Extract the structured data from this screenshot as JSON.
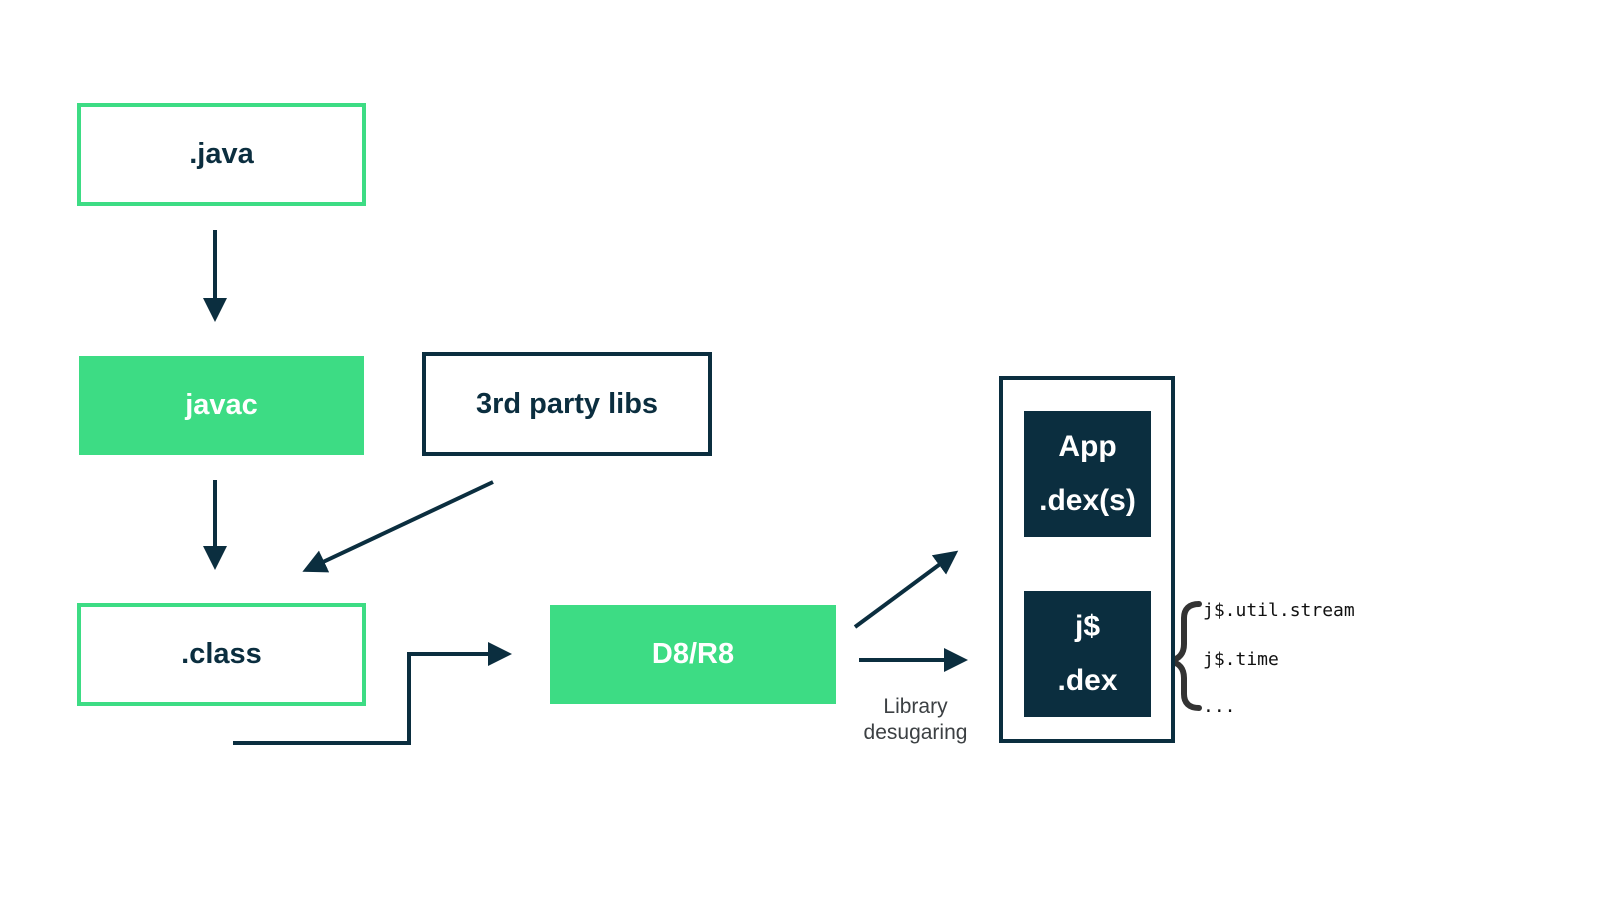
{
  "colors": {
    "green": "#3ddc84",
    "navy": "#0b2e3f",
    "white": "#ffffff",
    "label_gray": "#3c4043"
  },
  "nodes": {
    "java": ".java",
    "javac": "javac",
    "third_party": "3rd party libs",
    "class": ".class",
    "d8r8": "D8/R8",
    "app_dex": {
      "line1": "App",
      "line2": ".dex(s)"
    },
    "j_dex": {
      "line1": "j$",
      "line2": ".dex"
    }
  },
  "edge_label": {
    "line1": "Library",
    "line2": "desugaring"
  },
  "packages": [
    "j$.util.stream",
    "j$.time",
    "..."
  ]
}
